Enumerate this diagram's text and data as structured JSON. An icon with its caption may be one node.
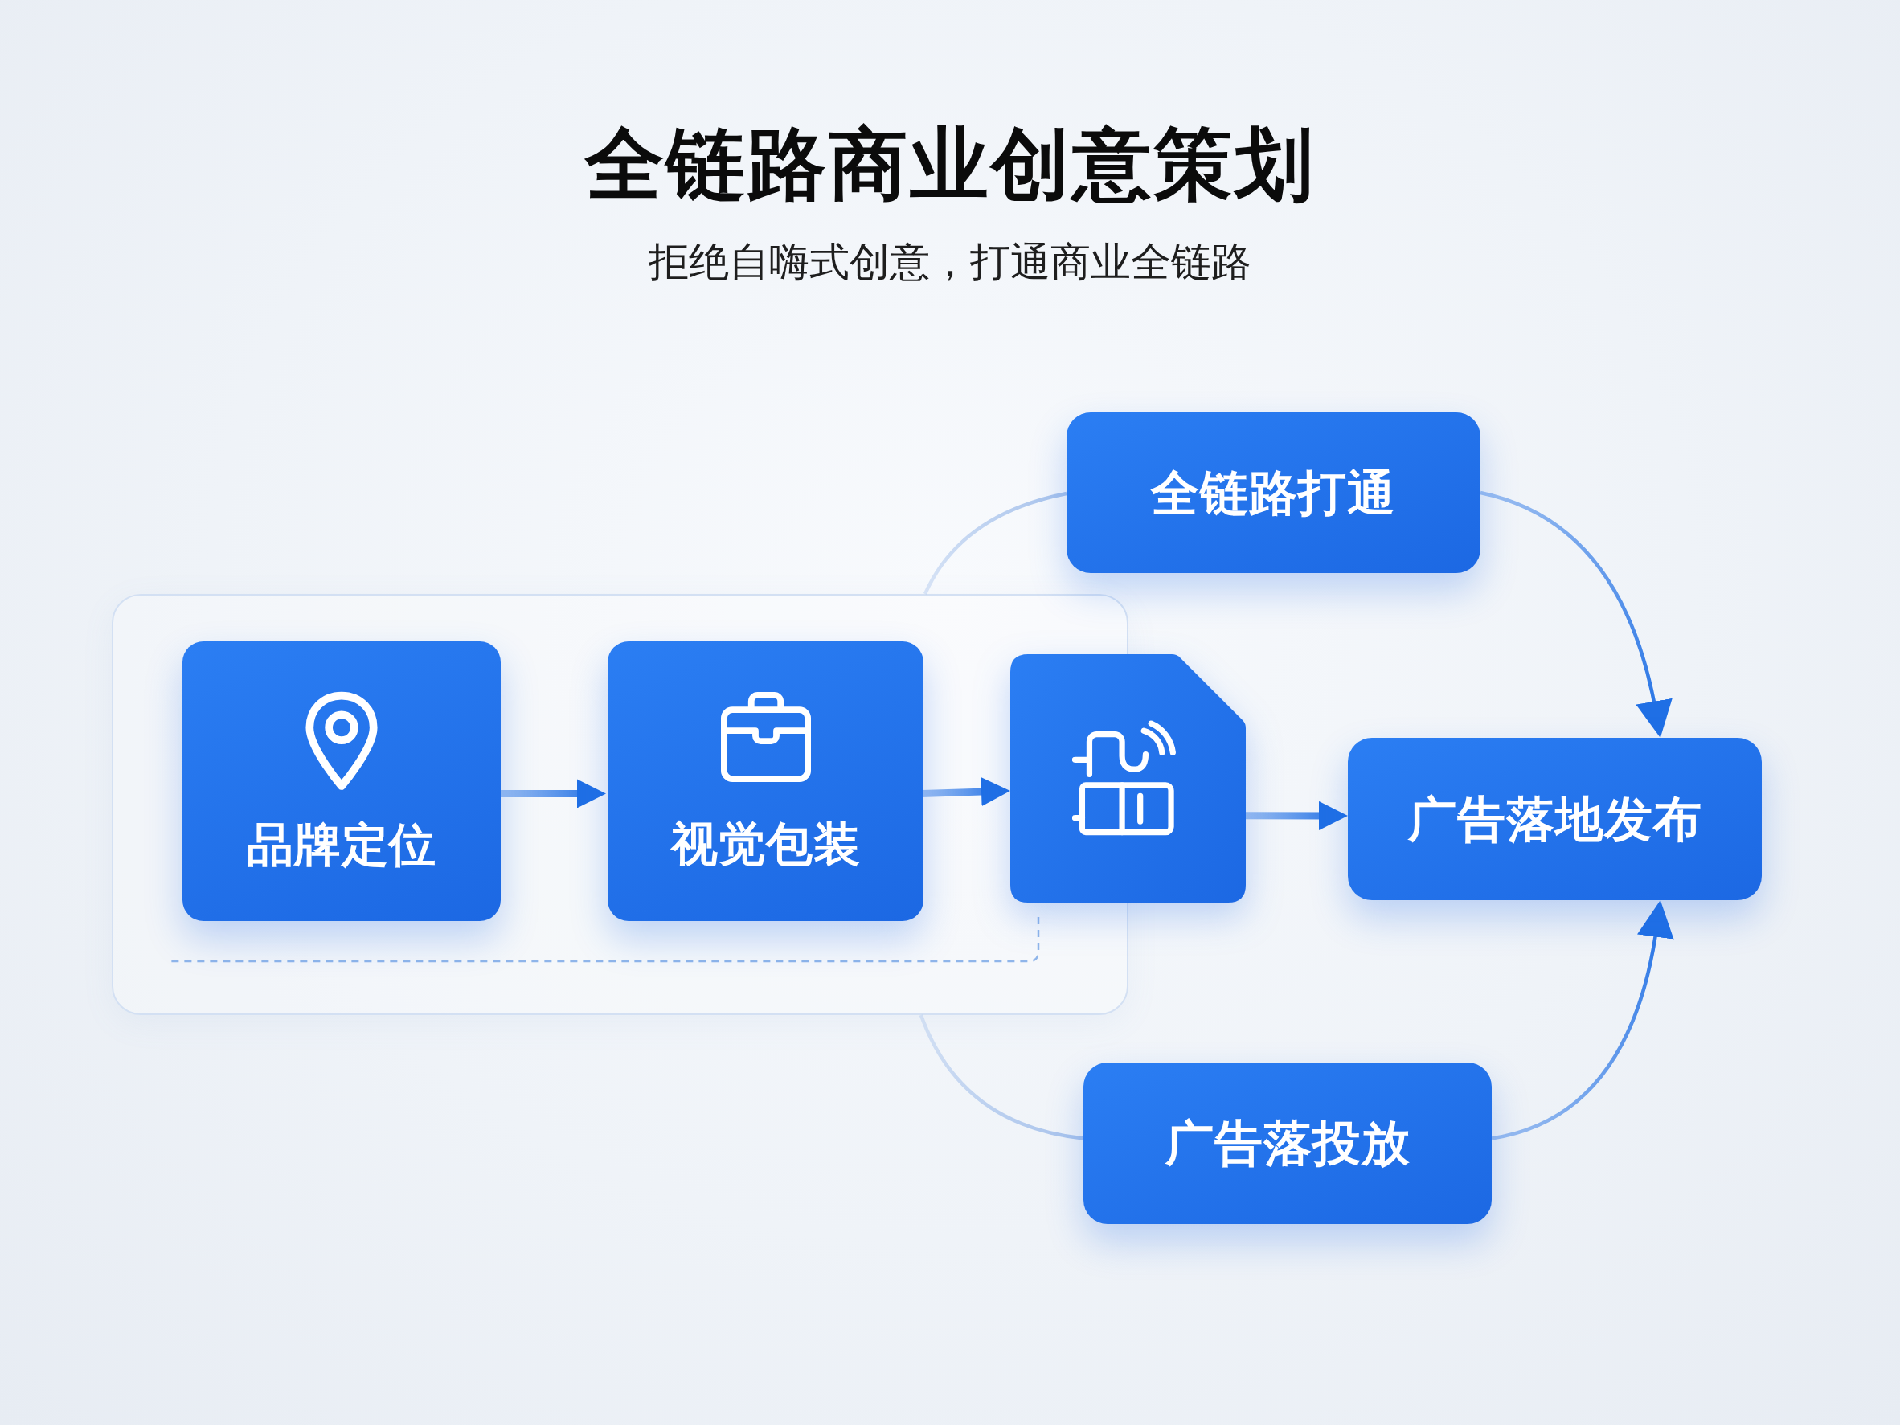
{
  "diagram": {
    "title": "全链路商业创意策划",
    "nodes": [
      {
        "text": [],
        "shape": "box"
      },
      {
        "text": [
          "品牌定位"
        ],
        "in": 0
      },
      {
        "text": [
          "视觉包装"
        ],
        "in": 0
      },
      {
        "text": [],
        "shape": "document"
      },
      {
        "text": [
          "全链路打通"
        ]
      },
      {
        "text": [
          "广告落地发布"
        ]
      },
      {
        "text": [
          "广告落投放"
        ]
      }
    ],
    "edges": [
      {
        "from": 1,
        "to": 2,
        "arrow": "to"
      },
      {
        "from": 2,
        "to": 3,
        "arrow": "to"
      },
      {
        "from": 3,
        "to": 5,
        "arrow": "to"
      },
      {
        "from": 0,
        "to": 4,
        "arrow": "none",
        "color": "#a8c3ec"
      },
      {
        "from": 4,
        "to": 5,
        "arrow": "to"
      },
      {
        "from": 0,
        "to": 6,
        "arrow": "none",
        "color": "#a8c3ec"
      },
      {
        "from": 6,
        "to": 5,
        "arrow": "to"
      }
    ],
    "labels": [
      "拒绝自嗨式创意，打通商业全链路"
    ]
  }
}
